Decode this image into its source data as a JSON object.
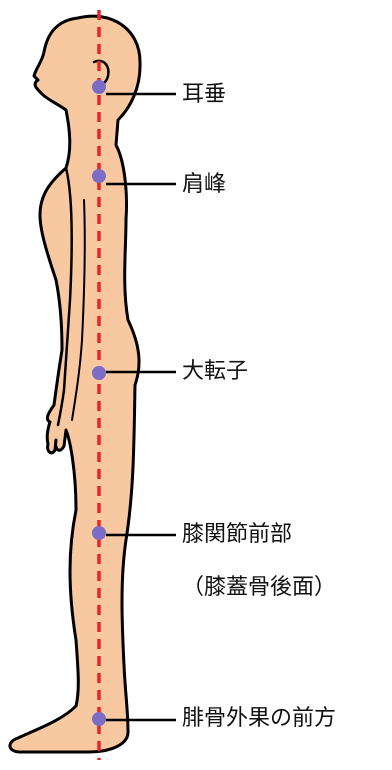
{
  "colors": {
    "skin": "#f8c9a0",
    "outline": "#000000",
    "plumb_line": "#e8262a",
    "marker": "#7b6cc6",
    "leader": "#000000"
  },
  "landmarks": [
    {
      "label": "耳垂"
    },
    {
      "label": "肩峰"
    },
    {
      "label": "大転子"
    },
    {
      "label": "膝関節前部",
      "sublabel": "（膝蓋骨後面）"
    },
    {
      "label": "腓骨外果の前方"
    }
  ]
}
